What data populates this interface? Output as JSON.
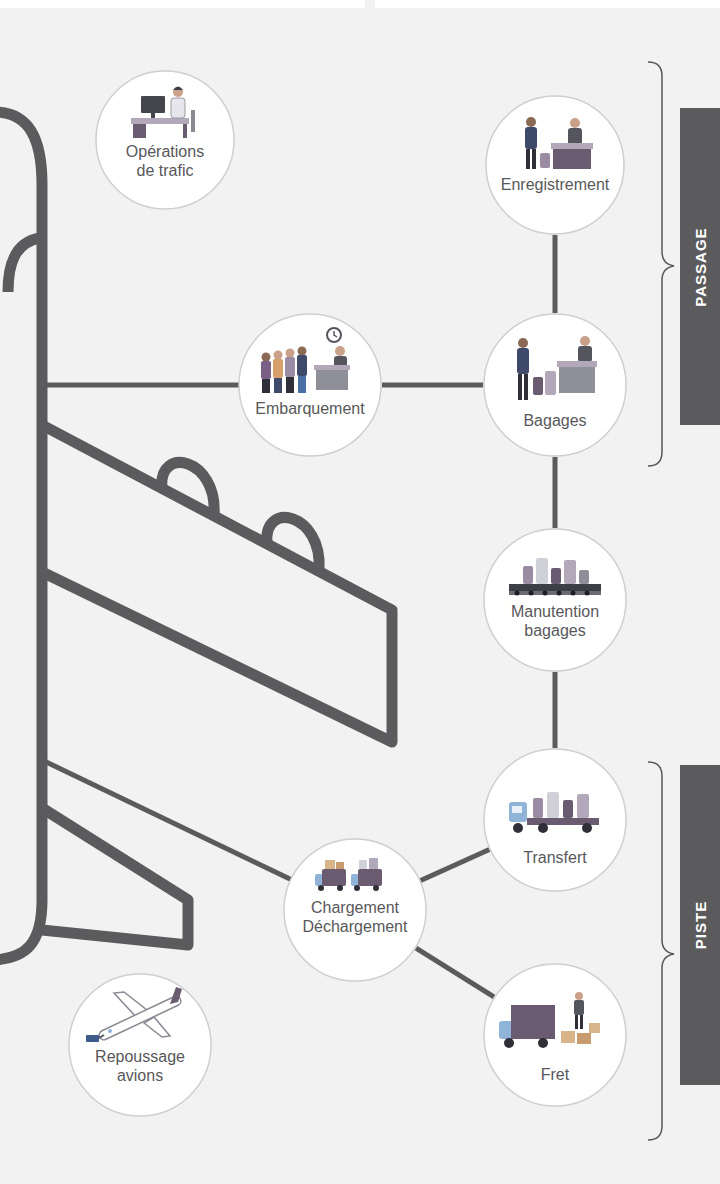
{
  "diagram": {
    "nodes": [
      {
        "text": [
          "Opérations de trafic"
        ]
      },
      {
        "text": [
          "Enregistrement"
        ]
      },
      {
        "text": [
          "PASSAGE"
        ]
      },
      {
        "text": [
          "Embarquement"
        ]
      },
      {
        "text": [
          "Bagages"
        ]
      },
      {
        "text": [
          "Manutention bagages"
        ]
      },
      {
        "text": [
          "PISTE"
        ]
      },
      {
        "text": [
          "Transfert"
        ]
      },
      {
        "text": [
          "Chargement Déchargement"
        ]
      },
      {
        "text": [
          "Fret"
        ]
      },
      {
        "text": [
          "Repoussage avions"
        ]
      }
    ],
    "edges": [
      {
        "from": 1,
        "to": 4,
        "arrow": "none"
      },
      {
        "from": 3,
        "to": 4,
        "arrow": "none"
      },
      {
        "from": 4,
        "to": 5,
        "arrow": "none"
      },
      {
        "from": 5,
        "to": 7,
        "arrow": "none"
      },
      {
        "from": 7,
        "to": 8,
        "arrow": "none"
      },
      {
        "from": 8,
        "to": 9,
        "arrow": "none"
      }
    ]
  }
}
